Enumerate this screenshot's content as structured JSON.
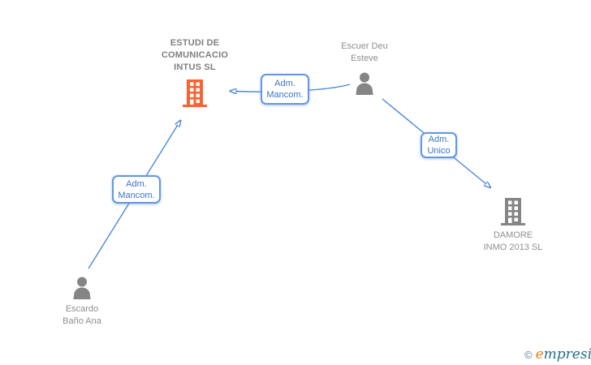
{
  "diagram": {
    "nodes": [
      {
        "id": "estudi-de-comunicacio-intus-sl",
        "type": "company",
        "emphasis": true,
        "lines": [
          "ESTUDI DE",
          "COMUNICACIO",
          "INTUS SL"
        ]
      },
      {
        "id": "escuer-deu-esteve",
        "type": "person",
        "emphasis": false,
        "lines": [
          "Escuer Deu",
          "Esteve"
        ]
      },
      {
        "id": "damore-inmo-2013-sl",
        "type": "company",
        "emphasis": false,
        "lines": [
          "DAMORE",
          "INMO 2013 SL"
        ]
      },
      {
        "id": "escardo-bano-ana",
        "type": "person",
        "emphasis": false,
        "lines": [
          "Escardo",
          "Baño Ana"
        ]
      }
    ],
    "edges": [
      {
        "from": "escuer-deu-esteve",
        "to": "estudi-de-comunicacio-intus-sl",
        "role_lines": [
          "Adm.",
          "Mancom."
        ]
      },
      {
        "from": "escuer-deu-esteve",
        "to": "damore-inmo-2013-sl",
        "role_lines": [
          "Adm.",
          "Unico"
        ]
      },
      {
        "from": "escardo-bano-ana",
        "to": "estudi-de-comunicacio-intus-sl",
        "role_lines": [
          "Adm.",
          "Mancom."
        ]
      }
    ],
    "colors": {
      "edge_blue": "#4b86e1",
      "label_text_blue": "#3e74c4",
      "label_border_blue": "#6496e4",
      "focus_company_orange": "#f96332",
      "neutral_gray": "#8f8f8f"
    }
  },
  "watermark": {
    "copyright_symbol": "©",
    "brand_first_letter": "e",
    "brand_rest": "mpresia",
    "orange": "#ef7d1a",
    "teal": "#256e8a"
  }
}
